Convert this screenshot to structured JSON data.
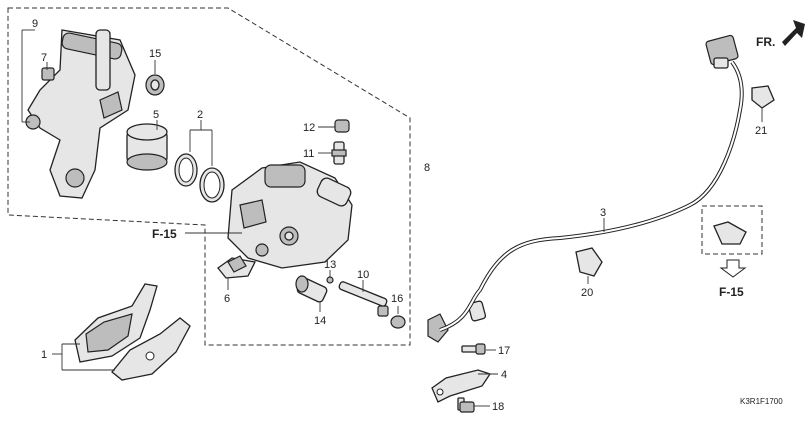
{
  "diagram": {
    "callouts": {
      "c1": "1",
      "c2": "2",
      "c3": "3",
      "c4": "4",
      "c5": "5",
      "c6": "6",
      "c7": "7",
      "c8": "8",
      "c9": "9",
      "c10": "10",
      "c11": "11",
      "c12": "12",
      "c13": "13",
      "c14": "14",
      "c15": "15",
      "c16": "16",
      "c17": "17",
      "c18": "18",
      "c20": "20",
      "c21": "21"
    },
    "ref_left": "F-15",
    "ref_right": "F-15",
    "front_label": "FR.",
    "figure_code": "K3R1F1700"
  }
}
